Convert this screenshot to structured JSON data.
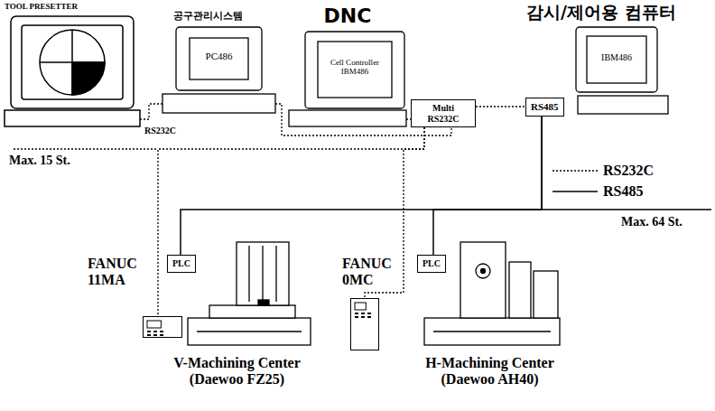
{
  "diagram": {
    "nodes": [
      {
        "text": [
          "TOOL PRESETTER"
        ]
      },
      {
        "text": [
          "공구관리시스템",
          "PC486"
        ]
      },
      {
        "text": [
          "DNC",
          "Cell Controller IBM486"
        ]
      },
      {
        "text": [
          "감시/제어용 컴퓨터",
          "IBM486"
        ]
      },
      {
        "text": [
          "Multi RS232C"
        ]
      },
      {
        "text": [
          "RS485"
        ]
      },
      {
        "text": [
          "PLC"
        ]
      },
      {
        "text": [
          "FANUC 11MA"
        ]
      },
      {
        "text": [
          "FANUC 0MC"
        ]
      },
      {
        "text": [
          "PLC"
        ]
      }
    ],
    "edges": [
      {
        "from": 0,
        "to": 1,
        "arrow": "none",
        "label": "RS232C"
      },
      {
        "from": 1,
        "to": 4,
        "arrow": "none"
      },
      {
        "from": 2,
        "to": 4,
        "arrow": "none"
      },
      {
        "from": 4,
        "to": 5,
        "arrow": "none"
      },
      {
        "from": 4,
        "to": 7,
        "arrow": "none"
      },
      {
        "from": 4,
        "to": 8,
        "arrow": "none"
      },
      {
        "from": 5,
        "to": 6,
        "arrow": "none"
      },
      {
        "from": 5,
        "to": 9,
        "arrow": "none"
      }
    ],
    "labels": [
      "Max. 15 St.",
      "Max. 64 St.",
      "V-Machining Center (Daewoo FZ25)",
      "H-Machining Center (Daewoo AH40)"
    ],
    "legend": [
      {
        "text": "RS232C"
      },
      {
        "text": "RS485"
      }
    ]
  }
}
